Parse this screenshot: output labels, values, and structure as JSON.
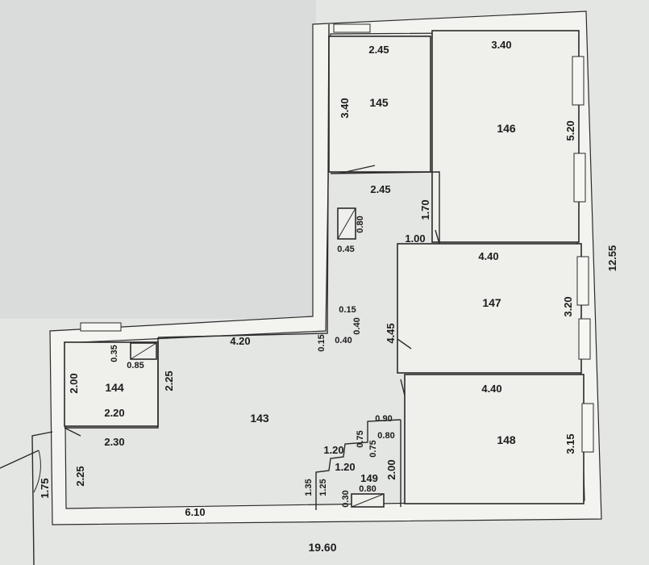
{
  "rooms": {
    "r143": "143",
    "r144": "144",
    "r145": "145",
    "r146": "146",
    "r147": "147",
    "r148": "148",
    "r149": "149"
  },
  "dimensions": {
    "total_width": "19.60",
    "total_height": "12.55",
    "r145_width": "2.45",
    "r145_height": "3.40",
    "r146_width": "3.40",
    "r146_height": "5.20",
    "hall_width": "2.45",
    "hall_door": "1.70",
    "hall_door_width": "1.00",
    "shaft_height": "0.80",
    "shaft_width": "0.45",
    "r147_width": "4.40",
    "r147_height": "3.20",
    "r148_width": "4.40",
    "r148_height": "3.15",
    "corridor_length": "4.45",
    "col_a": "0.15",
    "col_b": "0.40",
    "col_c": "0.15",
    "col_d": "0.40",
    "r143_top": "4.20",
    "r143_left": "2.25",
    "r143_bottom": "6.10",
    "r144_height": "2.00",
    "r144_width": "2.20",
    "r144_vent_a": "0.35",
    "r144_vent_b": "0.85",
    "entry_width": "2.30",
    "entry_height": "2.25",
    "entry_door": "1.75",
    "r149_a": "0.90",
    "r149_b": "0.75",
    "r149_c": "0.75",
    "r149_d": "0.80",
    "r149_e": "1.20",
    "r149_f": "1.20",
    "r149_g": "1.35",
    "r149_h": "1.25",
    "r149_height": "2.00",
    "r149_i": "0.30",
    "r149_j": "0.80"
  },
  "colors": {
    "paper": "#efefec",
    "background": "#d9dcdb",
    "ink": "#1c1c1c"
  }
}
